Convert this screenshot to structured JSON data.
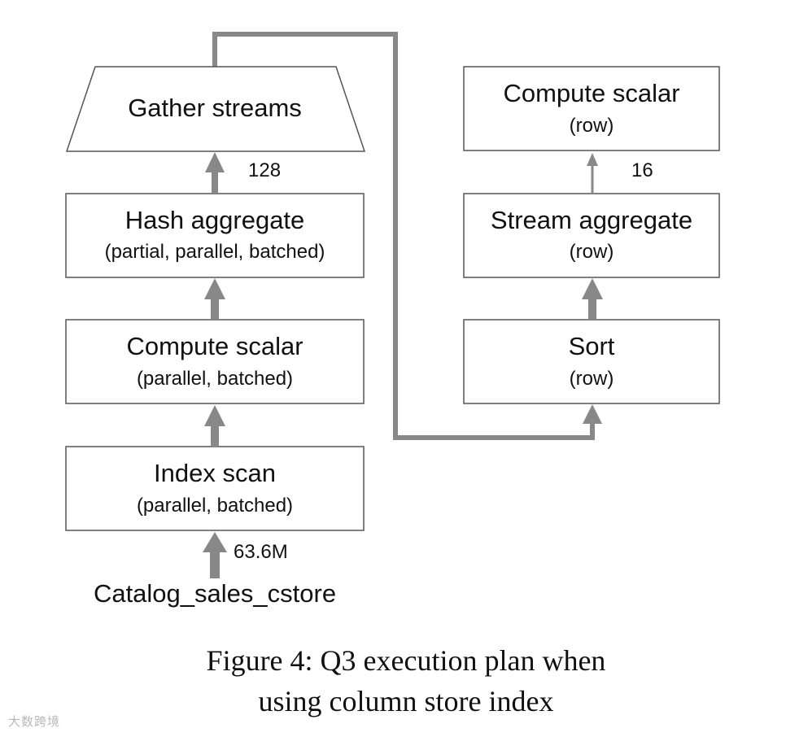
{
  "diagram": {
    "nodes": {
      "gather_streams": {
        "title": "Gather streams",
        "subtitle": ""
      },
      "hash_aggregate": {
        "title": "Hash aggregate",
        "subtitle": "(partial, parallel, batched)"
      },
      "compute_scalar_left": {
        "title": "Compute scalar",
        "subtitle": "(parallel, batched)"
      },
      "index_scan": {
        "title": "Index scan",
        "subtitle": "(parallel, batched)"
      },
      "compute_scalar_right": {
        "title": "Compute scalar",
        "subtitle": "(row)"
      },
      "stream_aggregate": {
        "title": "Stream aggregate",
        "subtitle": "(row)"
      },
      "sort": {
        "title": "Sort",
        "subtitle": "(row)"
      }
    },
    "source": "Catalog_sales_cstore",
    "edge_labels": {
      "source_to_index_scan": "63.6M",
      "hash_aggregate_to_gather": "128",
      "stream_aggregate_to_compute_scalar": "16"
    },
    "colors": {
      "node_border": "#555555",
      "arrow": "#888888",
      "text": "#111111"
    }
  },
  "caption": {
    "line1": "Figure 4: Q3 execution plan when",
    "line2": "using column store index"
  },
  "watermark": {
    "text": "大数跨境"
  }
}
